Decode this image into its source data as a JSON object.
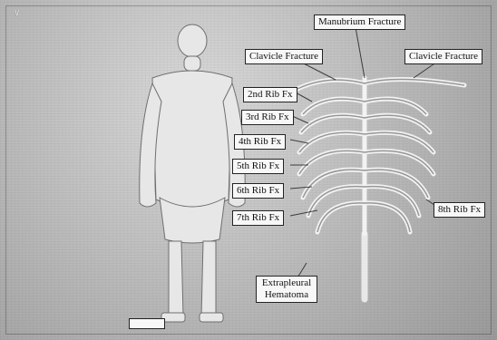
{
  "header": {
    "top_left": "V"
  },
  "left_panel": {
    "lines": []
  },
  "labels": {
    "manubrium_fracture": "Manubrium Fracture",
    "clavicle_fracture_left": "Clavicle Fracture",
    "clavicle_fracture_right": "Clavicle Fracture",
    "rib2": "2nd Rib Fx",
    "rib3": "3rd Rib Fx",
    "rib4": "4th Rib Fx",
    "rib5": "5th Rib Fx",
    "rib6": "6th Rib Fx",
    "rib7": "7th Rib Fx",
    "rib8": "8th Rib Fx",
    "extrapleural_hematoma_line1": "Extrapleural",
    "extrapleural_hematoma_line2": "Hematoma"
  }
}
